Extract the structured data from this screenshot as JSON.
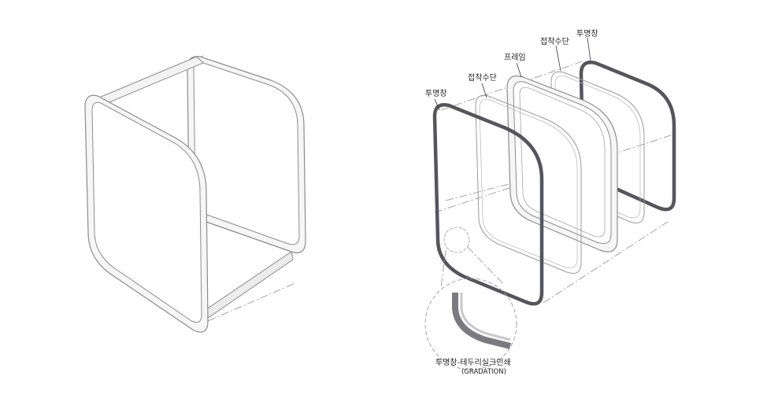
{
  "labels": {
    "window_front": "투명창",
    "adhesive_front": "접착수단",
    "frame": "프레임",
    "adhesive_back": "접착수단",
    "window_back": "투명창",
    "detail_line1": "투명창-테두리실크인쇄",
    "detail_line2": "(GRADATION)"
  },
  "colors": {
    "frame_outline": "#8c8c8c",
    "frame_fill": "#f6f6f6",
    "window_border": "#55555d",
    "thin_outline": "#9a9a9a",
    "dash_line": "#9a9a9a"
  }
}
